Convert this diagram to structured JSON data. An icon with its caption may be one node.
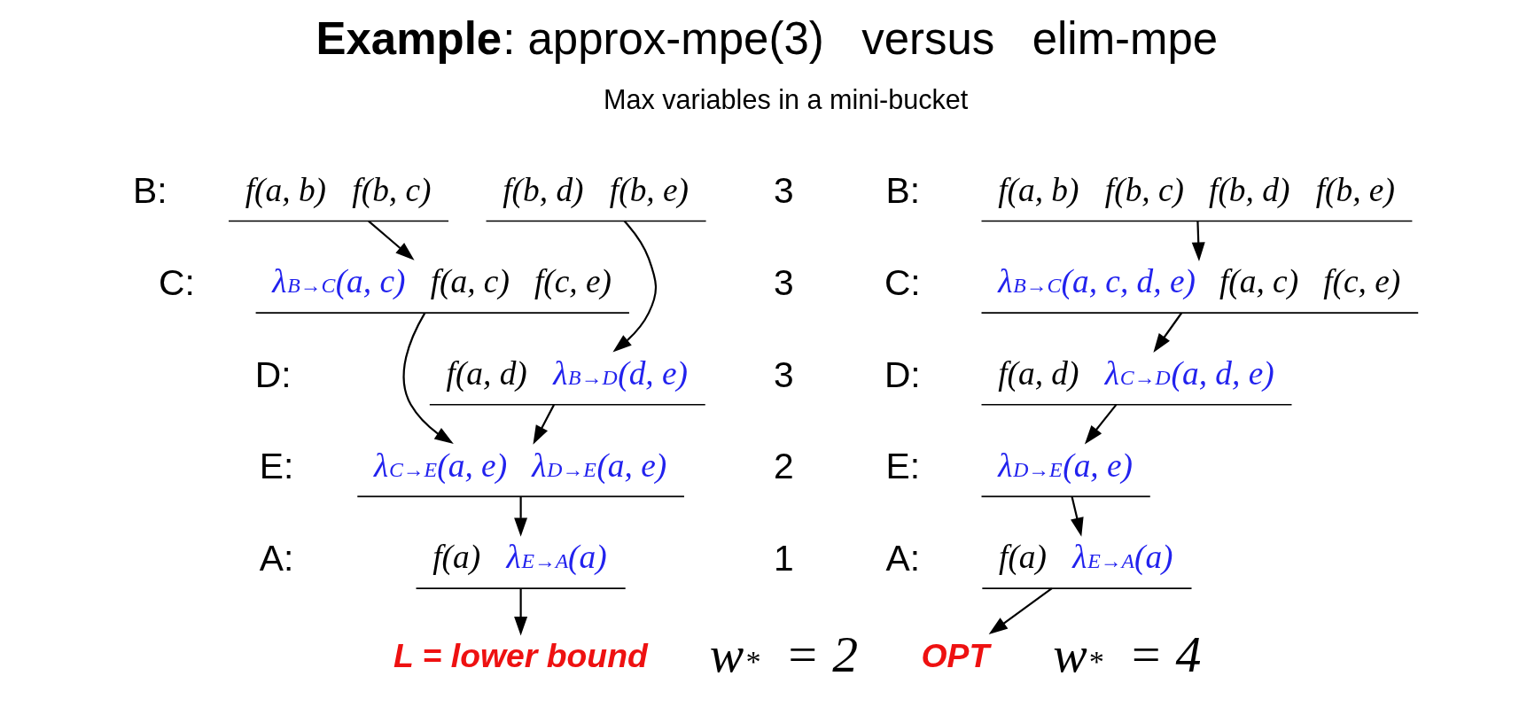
{
  "diagram": {
    "title": "**Example**: approx-mpe(3)   versus   elim-mpe",
    "nodes": [
      {
        "text": [
          "f(a, b)",
          "f(b, c)"
        ]
      },
      {
        "text": [
          "f(b, d)",
          "f(b, e)"
        ]
      },
      {
        "text": [
          "λ$_{B→C}$(a, c)",
          "f(a, c)",
          "f(c, e)"
        ]
      },
      {
        "text": [
          "f(a, d)",
          "λ$_{B→D}$(d, e)"
        ]
      },
      {
        "text": [
          "λ$_{C→E}$(a, e)",
          "λ$_{D→E}$(a, e)"
        ]
      },
      {
        "text": [
          "f(a)",
          "λ$_{E→A}$(a)"
        ]
      },
      {
        "text": [
          "L = lower bound"
        ]
      },
      {
        "text": [
          "f(a, b)",
          "f(b, c)",
          "f(b, d)",
          "f(b, e)"
        ]
      },
      {
        "text": [
          "λ$_{B→C}$(a, c, d, e)",
          "f(a, c)",
          "f(c, e)"
        ]
      },
      {
        "text": [
          "f(a, d)",
          "λ$_{C→D}$(a, d, e)"
        ]
      },
      {
        "text": [
          "λ$_{D→E}$(a, e)"
        ]
      },
      {
        "text": [
          "f(a)",
          "λ$_{E→A}$(a)"
        ]
      },
      {
        "text": [
          "OPT"
        ]
      }
    ],
    "edges": [
      {
        "from": 0,
        "to": 2,
        "arrow": "to"
      },
      {
        "from": 1,
        "to": 3,
        "arrow": "to"
      },
      {
        "from": 2,
        "to": 4,
        "arrow": "to"
      },
      {
        "from": 3,
        "to": 4,
        "arrow": "to"
      },
      {
        "from": 4,
        "to": 5,
        "arrow": "to"
      },
      {
        "from": 5,
        "to": 6,
        "arrow": "to"
      },
      {
        "from": 7,
        "to": 8,
        "arrow": "to"
      },
      {
        "from": 8,
        "to": 9,
        "arrow": "to"
      },
      {
        "from": 9,
        "to": 10,
        "arrow": "to"
      },
      {
        "from": 10,
        "to": 11,
        "arrow": "to"
      },
      {
        "from": 11,
        "to": 12,
        "arrow": "to"
      }
    ],
    "labels": [
      "Max variables in a mini-bucket",
      "B:",
      "3",
      "B:",
      "C:",
      "3",
      "C:",
      "D:",
      "3",
      "D:",
      "E:",
      "2",
      "E:",
      "A:",
      "1",
      "A:",
      "w$^{*}$ = 2",
      "w$^{*}$ = 4"
    ]
  }
}
